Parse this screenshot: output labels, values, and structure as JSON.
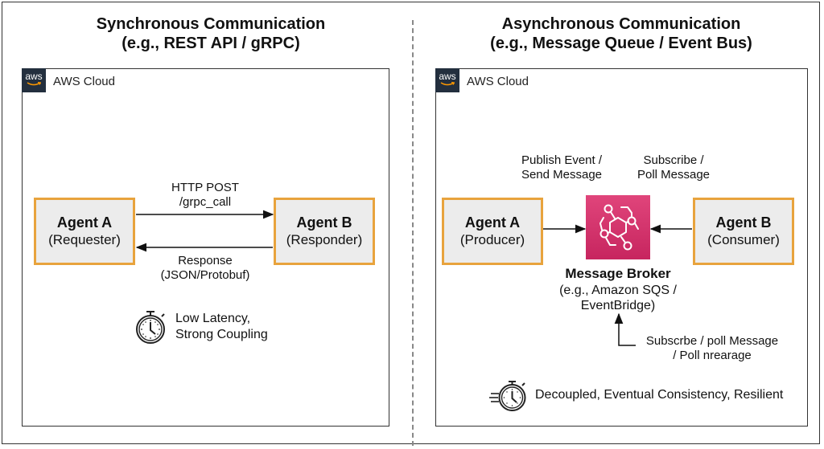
{
  "diagram": {
    "left": {
      "title_line1": "Synchronous Communication",
      "title_line2": "(e.g., REST API / gRPC)",
      "cloud_label": "AWS Cloud",
      "aws_logo_text": "aws",
      "agent_a": {
        "name": "Agent A",
        "role": "(Requester)"
      },
      "agent_b": {
        "name": "Agent B",
        "role": "(Responder)"
      },
      "request_label_line1": "HTTP POST",
      "request_label_line2": "/grpc_call",
      "response_label_line1": "Response",
      "response_label_line2": "(JSON/Protobuf)",
      "trait_icon": "stopwatch-icon",
      "trait_line1": "Low Latency,",
      "trait_line2": "Strong Coupling"
    },
    "right": {
      "title_line1": "Asynchronous Communication",
      "title_line2": "(e.g., Message Queue / Event Bus)",
      "cloud_label": "AWS Cloud",
      "aws_logo_text": "aws",
      "agent_a": {
        "name": "Agent A",
        "role": "(Producer)"
      },
      "agent_b": {
        "name": "Agent B",
        "role": "(Consumer)"
      },
      "publish_label_line1": "Publish Event /",
      "publish_label_line2": "Send Message",
      "subscribe_label_line1": "Subscribe /",
      "subscribe_label_line2": "Poll Message",
      "broker_icon": "eventbridge-icon",
      "broker_name": "Message Broker",
      "broker_desc_line1": "(e.g., Amazon SQS /",
      "broker_desc_line2": "EventBridge)",
      "poll_label_line1": "Subscrbe / poll Message",
      "poll_label_line2": "/ Poll nrearage",
      "trait_icon": "fast-stopwatch-icon",
      "trait_text": "Decoupled, Eventual Consistency, Resilient"
    },
    "colors": {
      "agent_border": "#e8a33d",
      "agent_fill": "#ececec",
      "broker_fill": "#d6336c",
      "aws_badge": "#232f3e"
    }
  }
}
